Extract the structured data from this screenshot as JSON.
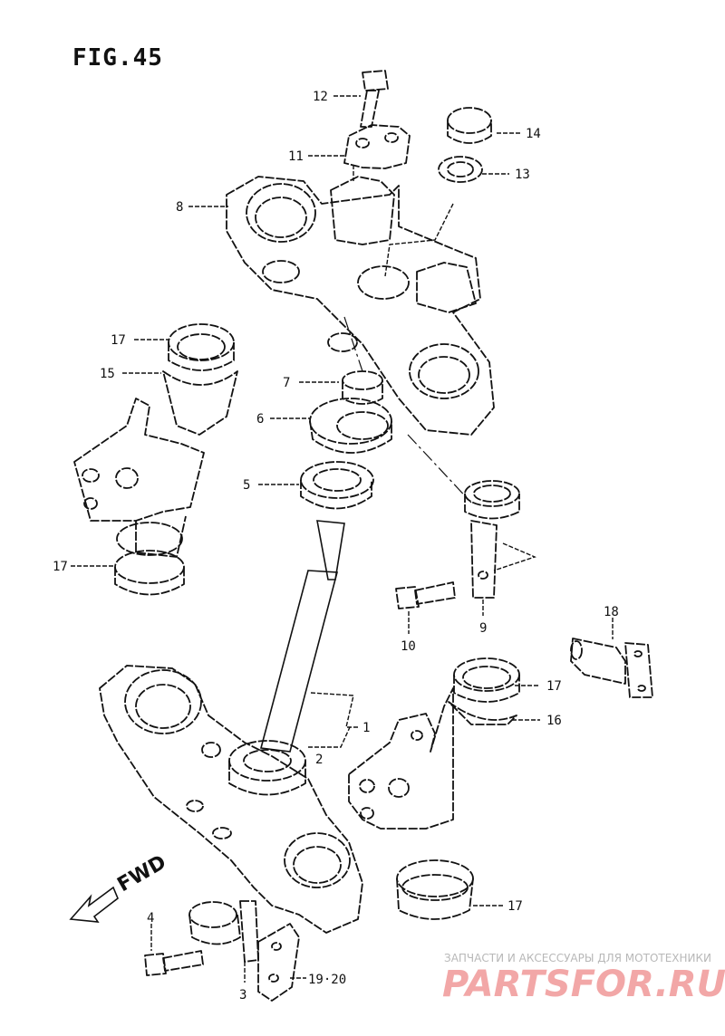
{
  "figure": {
    "title": "FIG.45"
  },
  "direction_label": "FWD",
  "callouts": [
    {
      "id": "c-12",
      "text": "12"
    },
    {
      "id": "c-11",
      "text": "11"
    },
    {
      "id": "c-8",
      "text": "8"
    },
    {
      "id": "c-14",
      "text": "14"
    },
    {
      "id": "c-13",
      "text": "13"
    },
    {
      "id": "c-17a",
      "text": "17"
    },
    {
      "id": "c-15",
      "text": "15"
    },
    {
      "id": "c-7",
      "text": "7"
    },
    {
      "id": "c-6",
      "text": "6"
    },
    {
      "id": "c-5",
      "text": "5"
    },
    {
      "id": "c-17b",
      "text": "17"
    },
    {
      "id": "c-9",
      "text": "9"
    },
    {
      "id": "c-10",
      "text": "10"
    },
    {
      "id": "c-18",
      "text": "18"
    },
    {
      "id": "c-17c",
      "text": "17"
    },
    {
      "id": "c-16",
      "text": "16"
    },
    {
      "id": "c-1",
      "text": "1"
    },
    {
      "id": "c-2",
      "text": "2"
    },
    {
      "id": "c-17d",
      "text": "17"
    },
    {
      "id": "c-4",
      "text": "4"
    },
    {
      "id": "c-3",
      "text": "3"
    },
    {
      "id": "c-19-20",
      "text": "19·20"
    }
  ],
  "watermark": {
    "tagline": "ЗАПЧАСТИ И АКСЕССУАРЫ ДЛЯ МОТОТЕХНИКИ",
    "logo": "PARTSFOR.RU"
  }
}
